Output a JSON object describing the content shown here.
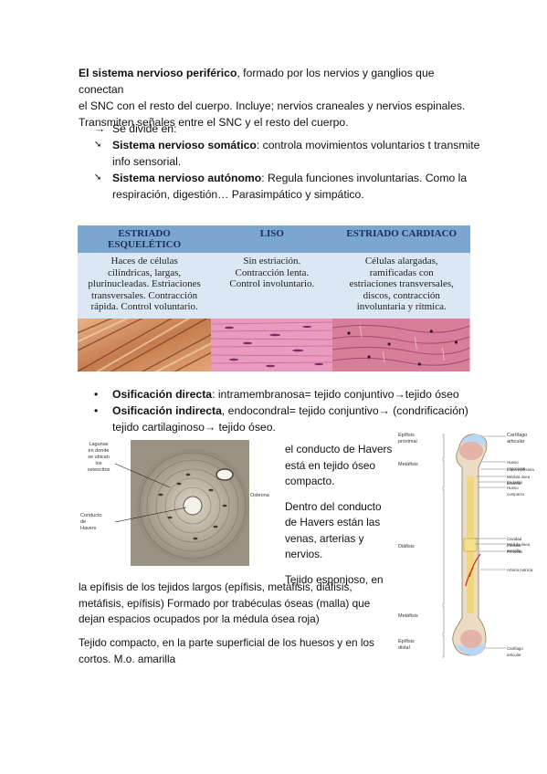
{
  "intro": {
    "bold": "El sistema nervioso periférico",
    "rest_line1": ", formado por los nervios y ganglios que conectan",
    "line2": "el SNC con el resto del cuerpo. Incluye; nervios craneales y nervios espinales.",
    "line3": "Transmiten señales entre el SNC y el resto del cuerpo."
  },
  "divide": {
    "marker": "→",
    "text": "Se divide en:"
  },
  "somatico": {
    "marker": "➘",
    "bold": "Sistema nervioso somático",
    "rest_line1": ": controla movimientos voluntarios t transmite",
    "line2": "info sensorial."
  },
  "autonomo": {
    "marker": "➘",
    "bold": "Sistema nervioso autónomo",
    "rest_line1": ": Regula funciones involuntarias. Como la",
    "line2": "respiración, digestión… Parasimpático y simpático."
  },
  "muscle_table": {
    "headers": [
      "ESTRIADO\nESQUELÉTICO",
      "LISO",
      "ESTRIADO CARDIACO"
    ],
    "descriptions": [
      "Haces de células\ncilíndricas, largas,\nplurinucleadas. Estriaciones\ntransversales. Contracción\nrápida. Control voluntario.",
      "Sin estriación.\nContracción lenta.\nControl involuntario.",
      "Células alargadas,\nramificadas con\nestriaciones transversales,\ndiscos, contracción\ninvoluntaria y rítmica."
    ]
  },
  "osificacion": {
    "marker": "•",
    "directa_bold": "Osificación directa",
    "directa_rest": ": intramembranosa= tejido conjuntivo→tejido óseo",
    "indirecta_bold": "Osificación indirecta",
    "indirecta_rest": ", endocondral= tejido conjuntivo→ (condrificación)",
    "indirecta_line2": "tejido cartilaginoso→ tejido óseo."
  },
  "osteona_labels": {
    "lagunas": "Lagunas\nen donde\nse ubican\nlos\nosteocitos",
    "conducto": "Conducto\nde\nHavers",
    "osteona": "Osteona"
  },
  "havers": {
    "p1": "el conducto de Havers\nestá en tejido óseo\ncompacto.",
    "p2": "Dentro del conducto\nde Havers están las\nvenas, arterias y\nnervios.",
    "p3": "Tejido esponjoso, en"
  },
  "esponjoso": {
    "line1": "la epífisis de los tejidos largos (epífisis, metáfisis, diáfisis,",
    "line2": "metáfisis, epífisis) Formado por trabéculas óseas (malla) que",
    "line3": "dejan espacios ocupados por la médula ósea roja)"
  },
  "compacto": {
    "line1": "Tejido compacto, en la parte superficial de los huesos y en los",
    "line2": "cortos. M.o. amarilla"
  },
  "bone_labels": {
    "left": [
      "Epífisis\nproximal",
      "Metáfisis",
      "Diáfisis",
      "Metáfisis",
      "Epífisis\ndistal"
    ],
    "right": [
      "Cartílago\narticular",
      "Hueso esponjoso",
      "Línea epifisaria",
      "Médula ósea amarilla",
      "Endostio",
      "Hueso compacto",
      "Cavidad medular",
      "Médula ósea amarilla",
      "Periostio",
      "Arteria nutricia",
      "Cartílago articular"
    ]
  },
  "colors": {
    "header_bg": "#7aa6cf",
    "desc_bg": "#dbe7f2",
    "header_text": "#1c2f5a"
  }
}
